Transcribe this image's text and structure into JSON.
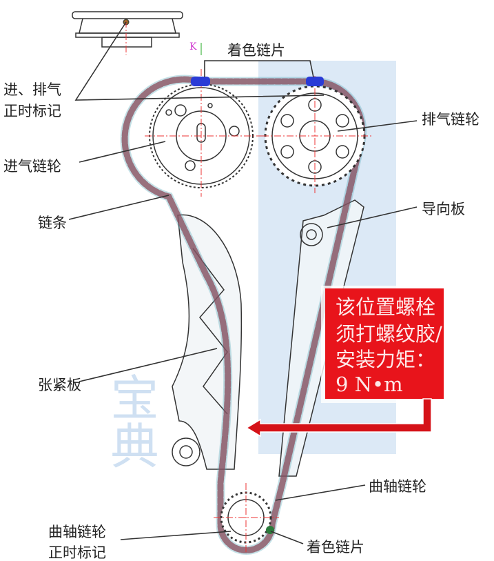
{
  "labels": {
    "timing_mark_l1": "进、排气",
    "timing_mark_l2": "正时标记",
    "colored_link_top": "着色链片",
    "exhaust_sprocket": "排气链轮",
    "intake_sprocket": "进气链轮",
    "chain": "链条",
    "guide_plate": "导向板",
    "tensioner": "张紧板",
    "crank_sprocket": "曲轴链轮",
    "crank_mark_l1": "曲轴链轮",
    "crank_mark_l2": "正时标记",
    "colored_link_bottom": "着色链片",
    "view_marker": "K"
  },
  "callout": {
    "lines": [
      "该位置螺栓",
      "须打螺纹胶/",
      "安装力矩：",
      "9 N•m"
    ],
    "color": "#e8141b"
  },
  "watermark": {
    "text": "宝典"
  },
  "colors": {
    "colored_link": "#2a3bd6",
    "watermark_band": "#dce9f6",
    "center_line": "#e33333"
  }
}
